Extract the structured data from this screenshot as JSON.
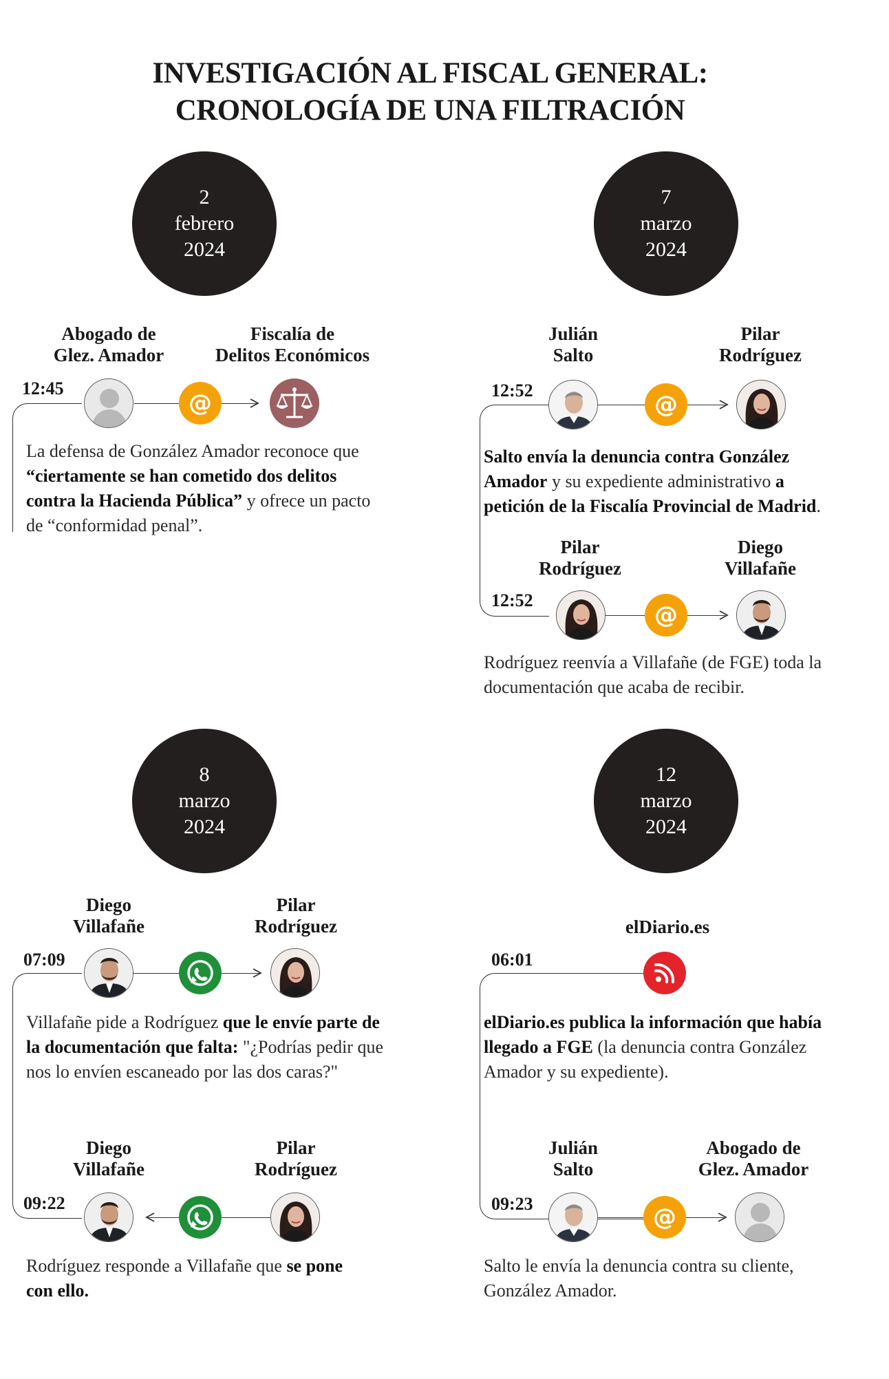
{
  "title": {
    "line1": "INVESTIGACIÓN AL FISCAL GENERAL:",
    "line2": "CRONOLOGÍA DE UNA FILTRACIÓN"
  },
  "dates": [
    {
      "day": "2",
      "month": "febrero",
      "year": "2024"
    },
    {
      "day": "7",
      "month": "marzo",
      "year": "2024"
    },
    {
      "day": "8",
      "month": "marzo",
      "year": "2024"
    },
    {
      "day": "12",
      "month": "marzo",
      "year": "2024"
    }
  ],
  "names": {
    "abogado": [
      "Abogado de",
      "Glez. Amador"
    ],
    "fiscalia": [
      "Fiscalía de",
      "Delitos Económicos"
    ],
    "salto": [
      "Julián",
      "Salto"
    ],
    "pilar": [
      "Pilar",
      "Rodríguez"
    ],
    "diego": [
      "Diego",
      "Villafañe"
    ],
    "eldiario": "elDiario.es"
  },
  "times": {
    "e1": "12:45",
    "e2": "12:52",
    "e3": "12:52",
    "e4": "07:09",
    "e5": "09:22",
    "e6": "06:01",
    "e7": "09:23"
  },
  "descriptions": {
    "e1": {
      "a": "La defensa de González Amador reconoce que",
      "b": "“ciertamente se han cometido dos delitos",
      "c": "contra la Hacienda Pública”",
      "d": " y ofrece un pacto",
      "e": "de “conformidad penal”."
    },
    "e2": {
      "a": "Salto envía la denuncia contra González",
      "b": "Amador",
      "c": " y su expediente administrativo ",
      "d": "a",
      "e": "petición de la Fiscalía Provincial de Madrid",
      "f": "."
    },
    "e3": {
      "a": "Rodríguez reenvía a Villafañe (de FGE) toda la",
      "b": "documentación que acaba de recibir."
    },
    "e4": {
      "a": "Villafañe pide a Rodríguez ",
      "b": "que le envíe parte de",
      "c": "la documentación que falta:",
      "d": " \"¿Podrías pedir que",
      "e": "nos lo envíen escaneado por las dos caras?\""
    },
    "e5": {
      "a": "Rodríguez responde a Villafañe que ",
      "b": "se pone",
      "c": "con ello."
    },
    "e6": {
      "a": "elDiario.es publica la información que había",
      "b": "llegado a FGE",
      "c": " (la denuncia contra González",
      "d": "Amador y su expediente)."
    },
    "e7": {
      "a": "Salto le envía la denuncia contra su cliente,",
      "b": "González Amador."
    }
  },
  "icons": {
    "email": "@",
    "whatsapp": "whatsapp-icon",
    "rss": "rss-icon",
    "scales": "scales-icon"
  },
  "colors": {
    "date_circle": "#231f1f",
    "email": "#f5a20a",
    "whatsapp": "#1f8f3a",
    "rss": "#e3242b",
    "scales_bg": "#9c5f62"
  }
}
